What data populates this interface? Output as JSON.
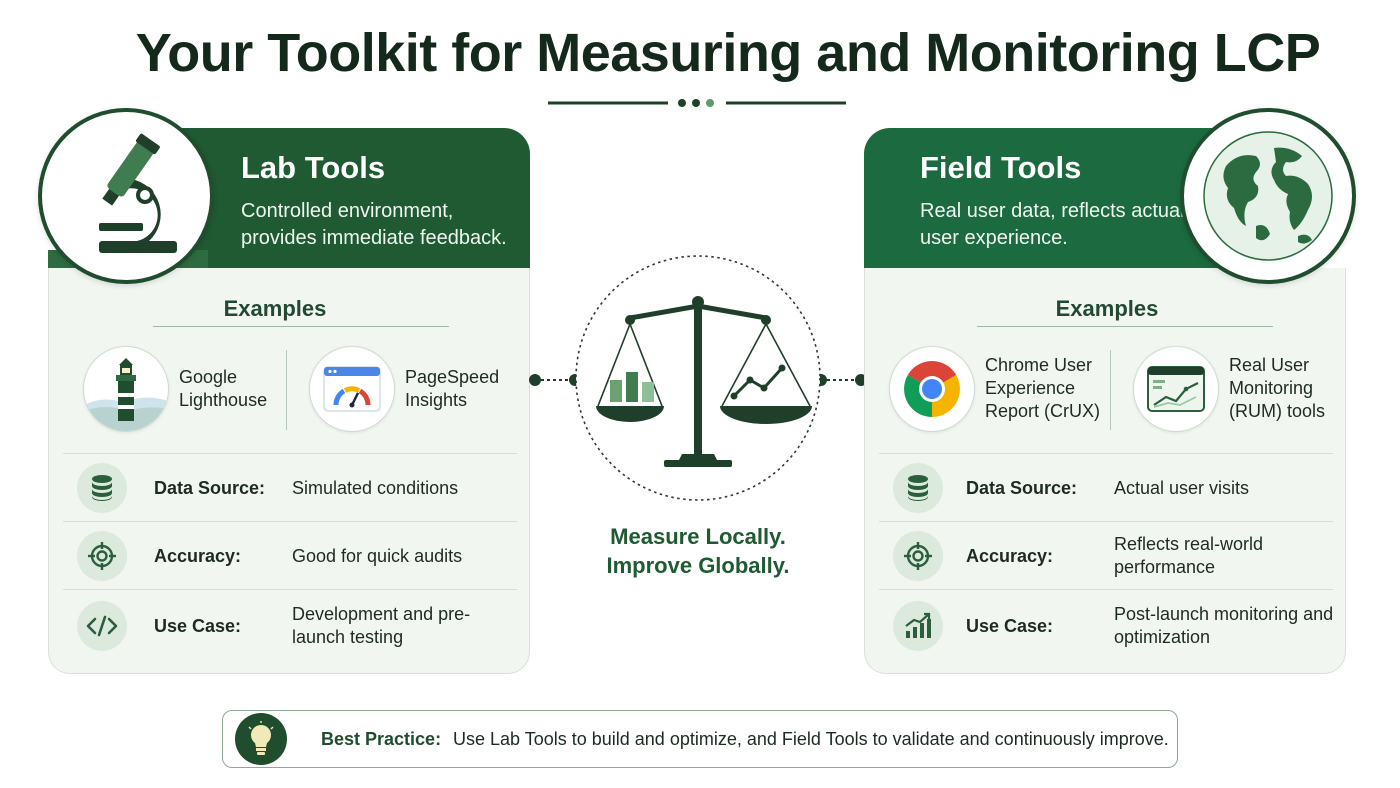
{
  "title": "Your Toolkit for Measuring and Monitoring LCP",
  "lab": {
    "title": "Lab Tools",
    "description": "Controlled environment, provides immediate feedback.",
    "examples_title": "Examples",
    "examples": [
      {
        "line1": "Google",
        "line2": "Lighthouse",
        "line3": ""
      },
      {
        "line1": "PageSpeed",
        "line2": "Insights",
        "line3": ""
      }
    ],
    "rows": [
      {
        "label": "Data Source:",
        "value": "Simulated conditions",
        "icon": "database-icon"
      },
      {
        "label": "Accuracy:",
        "value": "Good for quick audits",
        "icon": "target-icon"
      },
      {
        "label": "Use Case:",
        "value": "Development and pre-launch testing",
        "icon": "code-icon"
      }
    ]
  },
  "field": {
    "title": "Field Tools",
    "description": "Real user data, reflects actual user experience.",
    "examples_title": "Examples",
    "examples": [
      {
        "line1": "Chrome User",
        "line2": "Experience",
        "line3": "Report (CrUX)"
      },
      {
        "line1": "Real User",
        "line2": "Monitoring",
        "line3": "(RUM) tools"
      }
    ],
    "rows": [
      {
        "label": "Data Source:",
        "value": "Actual user visits",
        "icon": "database-icon"
      },
      {
        "label": "Accuracy:",
        "value": "Reflects real-world performance",
        "icon": "target-icon"
      },
      {
        "label": "Use Case:",
        "value": "Post-launch monitoring and optimization",
        "icon": "growth-chart-icon"
      }
    ]
  },
  "center": {
    "line1": "Measure Locally.",
    "line2": "Improve Globally."
  },
  "best_practice": {
    "label": "Best Practice:",
    "text": "Use Lab Tools to build and optimize, and Field Tools to validate and continuously improve."
  },
  "colors": {
    "dark_green": "#1f5a33",
    "field_green": "#1c6a40",
    "panel_bg": "#f1f6f1"
  }
}
